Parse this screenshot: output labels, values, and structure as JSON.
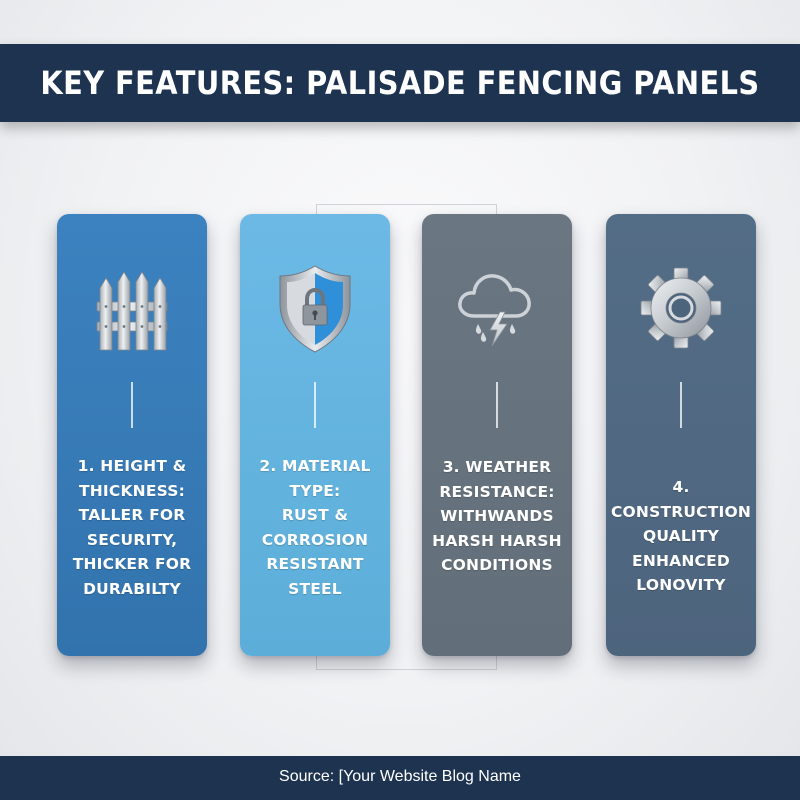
{
  "header": {
    "title": "KEY FEATURES: PALISADE FENCING PANELS"
  },
  "features": [
    {
      "icon": "fence-icon",
      "text": "1. HEIGHT &\nTHICKNESS:\nTALLER FOR\nSECURITY,\nTHICKER FOR\nDURABILTY",
      "color": "#3478b6"
    },
    {
      "icon": "shield-lock-icon",
      "text": "2. MATERIAL TYPE:\nRUST &\nCORROSION\nRESISTANT\nSTEEL",
      "color": "#63b4e0"
    },
    {
      "icon": "storm-cloud-icon",
      "text": "3. WEATHER\nRESISTANCE:\nWITHWANDS\nHARSH HARSH\nCONDITIONS",
      "color": "#66727d"
    },
    {
      "icon": "gear-icon",
      "text": "4. CONSTRUCTION\nQUALITY\nENHANCED\nLONOVITY",
      "color": "#506982"
    }
  ],
  "footer": {
    "source": "Source: [Your Website Blog Name"
  },
  "colors": {
    "banner": "#1d3350",
    "background": "#f1f2f4"
  }
}
